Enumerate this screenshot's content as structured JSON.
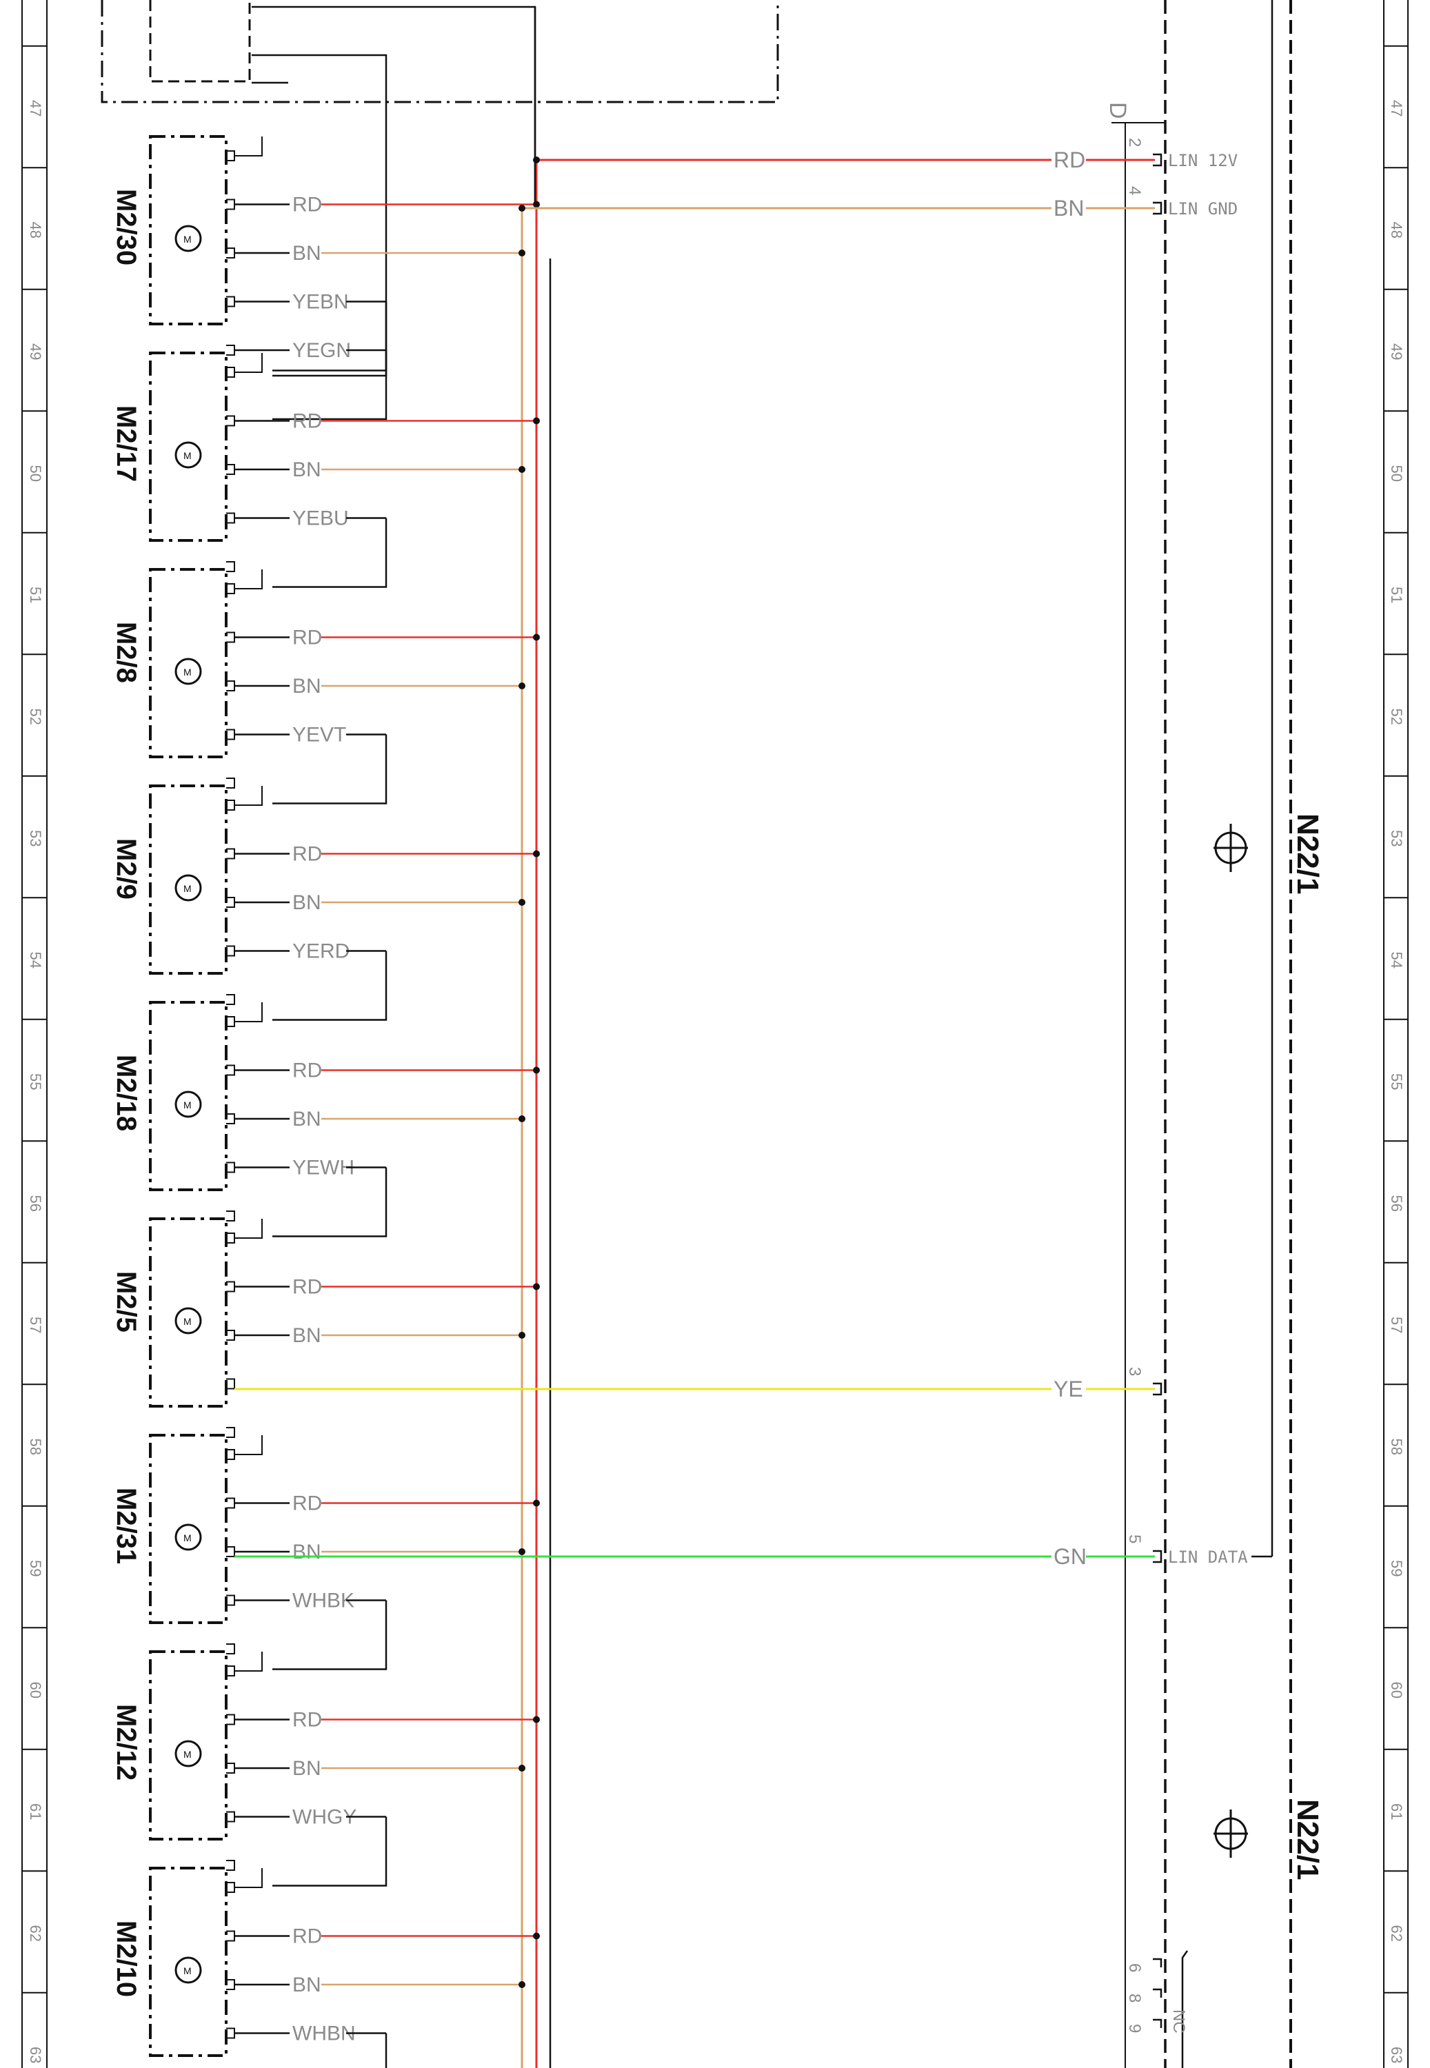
{
  "ruler": {
    "rows": [
      "47",
      "48",
      "49",
      "50",
      "51",
      "52",
      "53",
      "54",
      "55",
      "56",
      "57",
      "58",
      "59",
      "60",
      "61",
      "62",
      "63"
    ]
  },
  "motors": [
    {
      "id": "M2/30",
      "wires": [
        "RD",
        "BN",
        "YEBN",
        "YEGN"
      ]
    },
    {
      "id": "M2/17",
      "wires": [
        "RD",
        "BN",
        "YEBU"
      ]
    },
    {
      "id": "M2/8",
      "wires": [
        "RD",
        "BN",
        "YEVT"
      ]
    },
    {
      "id": "M2/9",
      "wires": [
        "RD",
        "BN",
        "YERD"
      ]
    },
    {
      "id": "M2/18",
      "wires": [
        "RD",
        "BN",
        "YEWH"
      ]
    },
    {
      "id": "M2/5",
      "wires": [
        "RD",
        "BN"
      ]
    },
    {
      "id": "M2/31",
      "wires": [
        "RD",
        "BN",
        "WHBK"
      ]
    },
    {
      "id": "M2/12",
      "wires": [
        "RD",
        "BN",
        "WHGY"
      ]
    },
    {
      "id": "M2/10",
      "wires": [
        "RD",
        "BN",
        "WHBN"
      ]
    }
  ],
  "connector": {
    "label": "D",
    "pins": [
      {
        "pin": "2",
        "color_label": "RD",
        "signal": "LIN 12V"
      },
      {
        "pin": "4",
        "color_label": "BN",
        "signal": "LIN GND"
      },
      {
        "pin": "3",
        "color_label": "YE",
        "signal": ""
      },
      {
        "pin": "5",
        "color_label": "GN",
        "signal": "LIN DATA"
      }
    ],
    "nc_pins": [
      "6",
      "8",
      "9"
    ],
    "nc_label": "NC"
  },
  "modules": [
    {
      "id": "N22/1"
    },
    {
      "id": "N22/1"
    }
  ],
  "colors": {
    "RD": "#e8302a",
    "BN": "#d9a46a",
    "YE": "#ece620",
    "GN": "#2fe33a",
    "ink": "#111111",
    "label_gray": "#8a8a8a"
  }
}
